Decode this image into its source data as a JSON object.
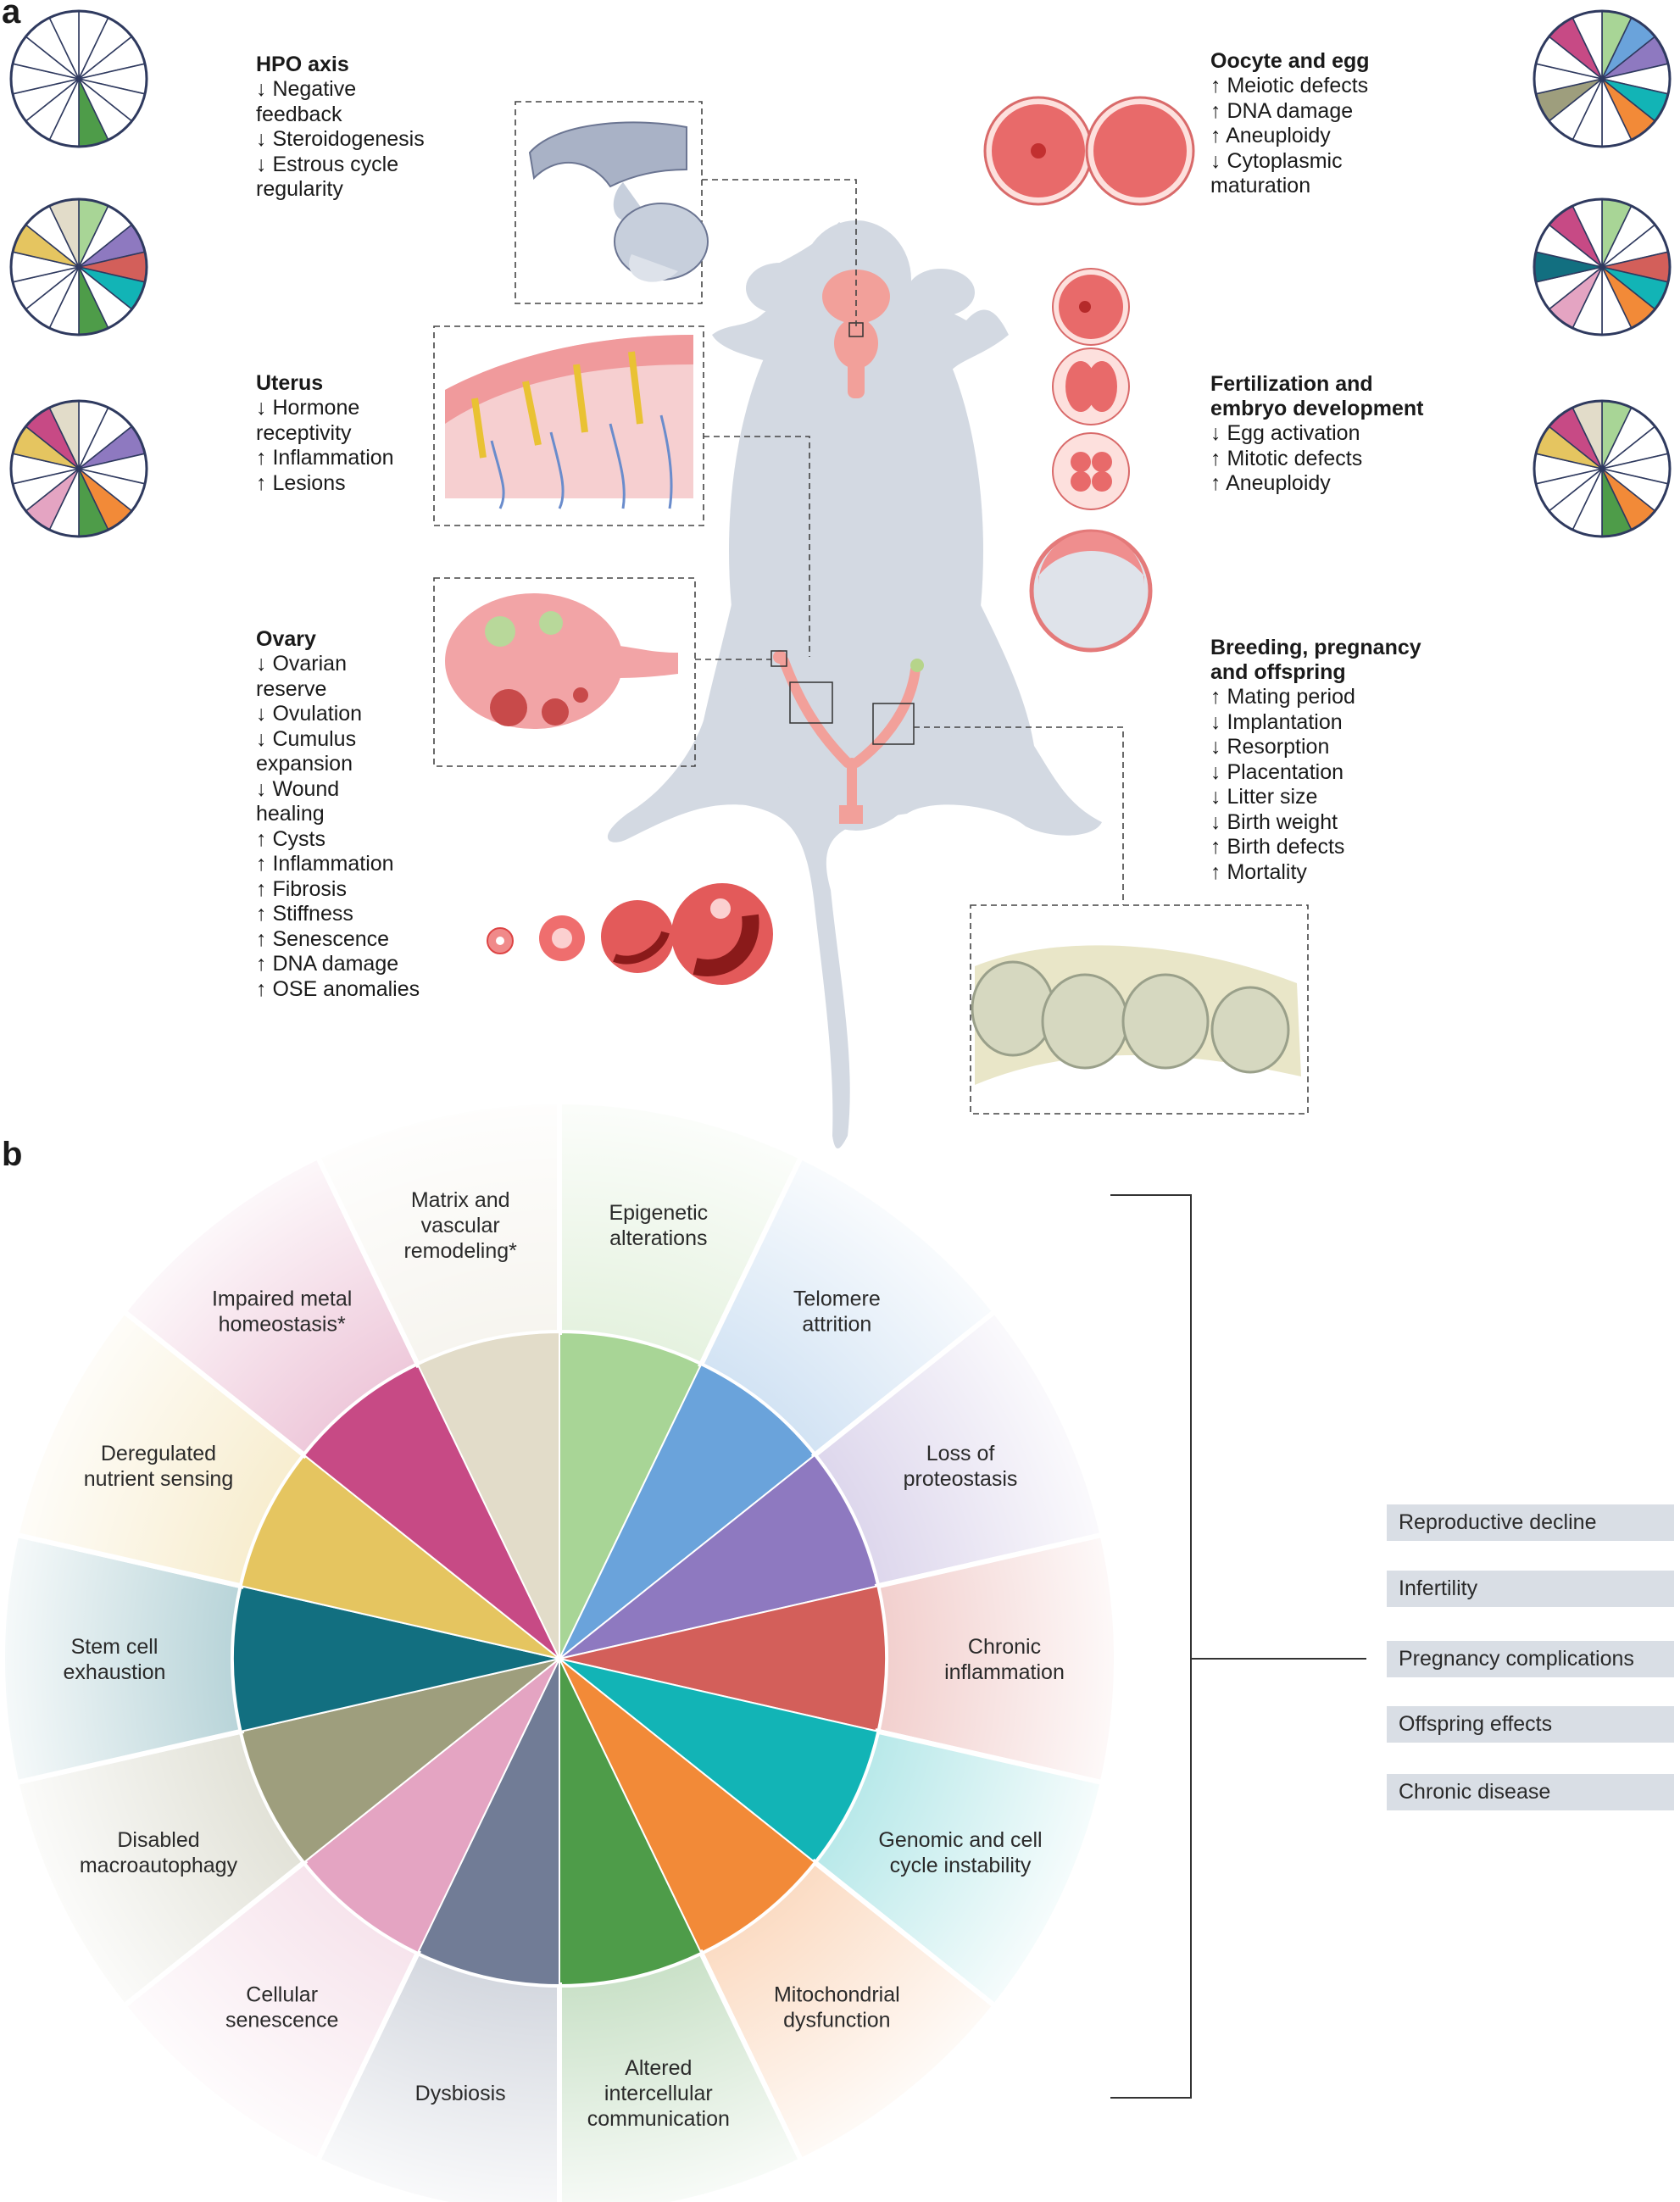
{
  "panel_a_label": "a",
  "panel_b_label": "b",
  "hallmarks": [
    {
      "key": "epigenetic",
      "label": "Epigenetic\nalterations",
      "color": "#a8d596"
    },
    {
      "key": "telomere",
      "label": "Telomere\nattrition",
      "color": "#6aa3db"
    },
    {
      "key": "proteostasis",
      "label": "Loss of\nproteostasis",
      "color": "#8e79c0"
    },
    {
      "key": "inflammation",
      "label": "Chronic\ninflammation",
      "color": "#d35f5a"
    },
    {
      "key": "genomic",
      "label": "Genomic and cell\ncycle instability",
      "color": "#12b4b6"
    },
    {
      "key": "mitochondrial",
      "label": "Mitochondrial\ndysfunction",
      "color": "#f28a38"
    },
    {
      "key": "communication",
      "label": "Altered\nintercellular\ncommunication",
      "color": "#4e9c49"
    },
    {
      "key": "dysbiosis",
      "label": "Dysbiosis",
      "color": "#717c96"
    },
    {
      "key": "senescence",
      "label": "Cellular\nsenescence",
      "color": "#e4a4c2"
    },
    {
      "key": "autophagy",
      "label": "Disabled\nmacroautophagy",
      "color": "#9e9e7d"
    },
    {
      "key": "stemcell",
      "label": "Stem cell\nexhaustion",
      "color": "#126f80"
    },
    {
      "key": "nutrient",
      "label": "Deregulated\nnutrient sensing",
      "color": "#e5c560"
    },
    {
      "key": "metal",
      "label": "Impaired metal\nhomeostasis*",
      "color": "#c74a85"
    },
    {
      "key": "matrix",
      "label": "Matrix and\nvascular\nremodeling*",
      "color": "#e2dcc9"
    }
  ],
  "mini_wheels": [
    {
      "id": "hpo",
      "filled": [
        6
      ]
    },
    {
      "id": "uterus",
      "filled": [
        0,
        2,
        3,
        4,
        6,
        11,
        13
      ]
    },
    {
      "id": "ovary",
      "filled": [
        2,
        5,
        6,
        8,
        11,
        12,
        13
      ]
    },
    {
      "id": "oocyte",
      "filled": [
        0,
        1,
        2,
        4,
        5,
        9,
        12
      ]
    },
    {
      "id": "fertilization",
      "filled": [
        0,
        3,
        4,
        5,
        8,
        10,
        12
      ]
    },
    {
      "id": "breeding",
      "filled": [
        0,
        5,
        6,
        11,
        12,
        13
      ]
    }
  ],
  "features": {
    "hpo": {
      "title": "HPO axis",
      "items": "↓ Negative\n    feedback\n↓ Steroidogenesis\n↓ Estrous cycle\n    regularity"
    },
    "uterus": {
      "title": "Uterus",
      "items": "↓ Hormone\n    receptivity\n↑ Inflammation\n↑ Lesions"
    },
    "ovary": {
      "title": "Ovary",
      "items": "↓ Ovarian\n    reserve\n↓ Ovulation\n↓ Cumulus\n    expansion\n↓ Wound\n    healing\n↑ Cysts\n↑ Inflammation\n↑ Fibrosis\n↑ Stiffness\n↑ Senescence\n↑ DNA damage\n↑ OSE anomalies"
    },
    "oocyte": {
      "title": "Oocyte and egg",
      "items": "↑ Meiotic defects\n↑ DNA damage\n↑ Aneuploidy\n↓ Cytoplasmic\n    maturation"
    },
    "fertilization": {
      "title": "Fertilization and\nembryo development",
      "items": "↓ Egg activation\n↑ Mitotic defects\n↑ Aneuploidy"
    },
    "breeding": {
      "title": "Breeding, pregnancy\nand offspring",
      "items": "↑ Mating period\n↓ Implantation\n↓ Resorption\n↓ Placentation\n↓ Litter size\n↓ Birth weight\n↑ Birth defects\n↑ Mortality"
    }
  },
  "outcomes": [
    "Reproductive decline",
    "Infertility",
    "Pregnancy complications",
    "Offspring effects",
    "Chronic disease"
  ],
  "icons": [
    "mouse-silhouette",
    "pituitary-illustration",
    "uterus-tissue-illustration",
    "ovary-illustration",
    "follicle-stages",
    "oocyte-eggs",
    "embryo-stages",
    "fetuses-illustration"
  ]
}
